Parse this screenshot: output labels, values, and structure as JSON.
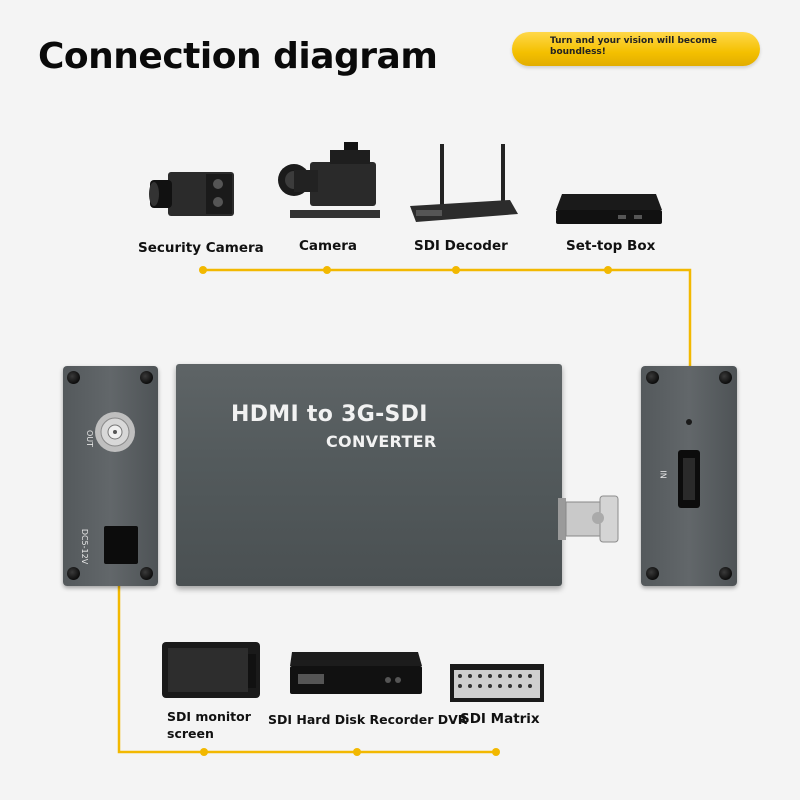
{
  "title": "Connection diagram",
  "banner": "Turn and your vision will become boundless!",
  "sources": [
    {
      "label": "Security Camera",
      "icon": "security-camera-icon"
    },
    {
      "label": "Camera",
      "icon": "cinema-camera-icon"
    },
    {
      "label": "SDI Decoder",
      "icon": "router-icon"
    },
    {
      "label": "Set-top Box",
      "icon": "set-top-box-icon"
    }
  ],
  "device": {
    "title": "HDMI to 3G-SDI",
    "subtitle": "CONVERTER",
    "left_panel": {
      "out_label": "OUT",
      "power_label": "DC5-12V"
    },
    "right_panel": {
      "in_label": "IN"
    }
  },
  "destinations": [
    {
      "label_line1": "SDI monitor",
      "label_line2": "screen",
      "icon": "monitor-icon"
    },
    {
      "label_line1": "SDI Hard Disk Recorder DVR",
      "label_line2": "",
      "icon": "dvr-icon"
    },
    {
      "label_line1": "SDI Matrix",
      "label_line2": "",
      "icon": "matrix-icon"
    }
  ],
  "colors": {
    "connector": "#f2b800",
    "banner": "#f4c000",
    "device": "#565c5e"
  }
}
